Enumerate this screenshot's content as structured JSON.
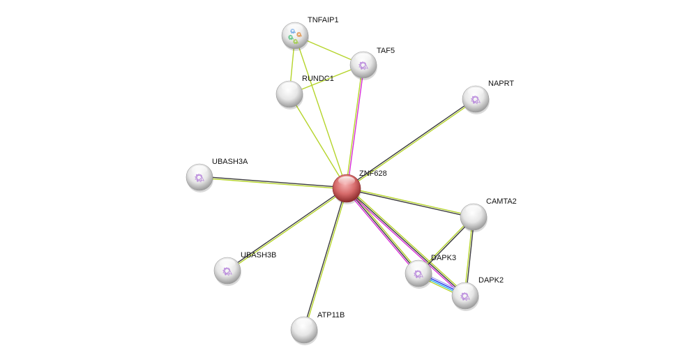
{
  "colors": {
    "textmining": "#b5d42a",
    "coexpression": "#3a3a3a",
    "experiments": "#d62ad6",
    "database": "#2fb6e6",
    "fusion": "#1a2cf0",
    "neighborhood": "#a9a9f0",
    "query_node": "#c94a4a",
    "node": "#d9d9d9",
    "structure": "#b07ad8"
  },
  "nodes": [
    {
      "id": "ZNF628",
      "label": "ZNF628",
      "query": true,
      "structure": false
    },
    {
      "id": "TNFAIP1",
      "label": "TNFAIP1",
      "query": false,
      "structure": "multi"
    },
    {
      "id": "TAF5",
      "label": "TAF5",
      "query": false,
      "structure": true
    },
    {
      "id": "RUNDC1",
      "label": "RUNDC1",
      "query": false,
      "structure": false
    },
    {
      "id": "NAPRT",
      "label": "NAPRT",
      "query": false,
      "structure": true
    },
    {
      "id": "UBASH3A",
      "label": "UBASH3A",
      "query": false,
      "structure": true
    },
    {
      "id": "CAMTA2",
      "label": "CAMTA2",
      "query": false,
      "structure": false
    },
    {
      "id": "UBASH3B",
      "label": "UBASH3B",
      "query": false,
      "structure": true
    },
    {
      "id": "DAPK3",
      "label": "DAPK3",
      "query": false,
      "structure": true
    },
    {
      "id": "DAPK2",
      "label": "DAPK2",
      "query": false,
      "structure": true
    },
    {
      "id": "ATP11B",
      "label": "ATP11B",
      "query": false,
      "structure": false
    }
  ],
  "edges": [
    {
      "source": "TNFAIP1",
      "target": "TAF5",
      "evidence": [
        "textmining"
      ]
    },
    {
      "source": "TNFAIP1",
      "target": "RUNDC1",
      "evidence": [
        "textmining"
      ]
    },
    {
      "source": "TNFAIP1",
      "target": "ZNF628",
      "evidence": [
        "textmining"
      ]
    },
    {
      "source": "RUNDC1",
      "target": "TAF5",
      "evidence": [
        "textmining"
      ]
    },
    {
      "source": "RUNDC1",
      "target": "ZNF628",
      "evidence": [
        "textmining"
      ]
    },
    {
      "source": "TAF5",
      "target": "ZNF628",
      "evidence": [
        "experiments",
        "textmining"
      ]
    },
    {
      "source": "NAPRT",
      "target": "ZNF628",
      "evidence": [
        "textmining",
        "coexpression"
      ]
    },
    {
      "source": "UBASH3A",
      "target": "ZNF628",
      "evidence": [
        "coexpression",
        "textmining"
      ]
    },
    {
      "source": "UBASH3B",
      "target": "ZNF628",
      "evidence": [
        "coexpression",
        "textmining"
      ]
    },
    {
      "source": "ATP11B",
      "target": "ZNF628",
      "evidence": [
        "coexpression",
        "textmining"
      ]
    },
    {
      "source": "CAMTA2",
      "target": "ZNF628",
      "evidence": [
        "coexpression",
        "textmining"
      ]
    },
    {
      "source": "DAPK3",
      "target": "ZNF628",
      "evidence": [
        "experiments",
        "coexpression",
        "textmining"
      ]
    },
    {
      "source": "DAPK2",
      "target": "ZNF628",
      "evidence": [
        "experiments",
        "coexpression",
        "textmining"
      ]
    },
    {
      "source": "CAMTA2",
      "target": "DAPK3",
      "evidence": [
        "coexpression",
        "textmining"
      ]
    },
    {
      "source": "CAMTA2",
      "target": "DAPK2",
      "evidence": [
        "coexpression",
        "textmining"
      ]
    },
    {
      "source": "DAPK3",
      "target": "DAPK2",
      "evidence": [
        "neighborhood",
        "fusion",
        "database",
        "textmining"
      ]
    }
  ]
}
